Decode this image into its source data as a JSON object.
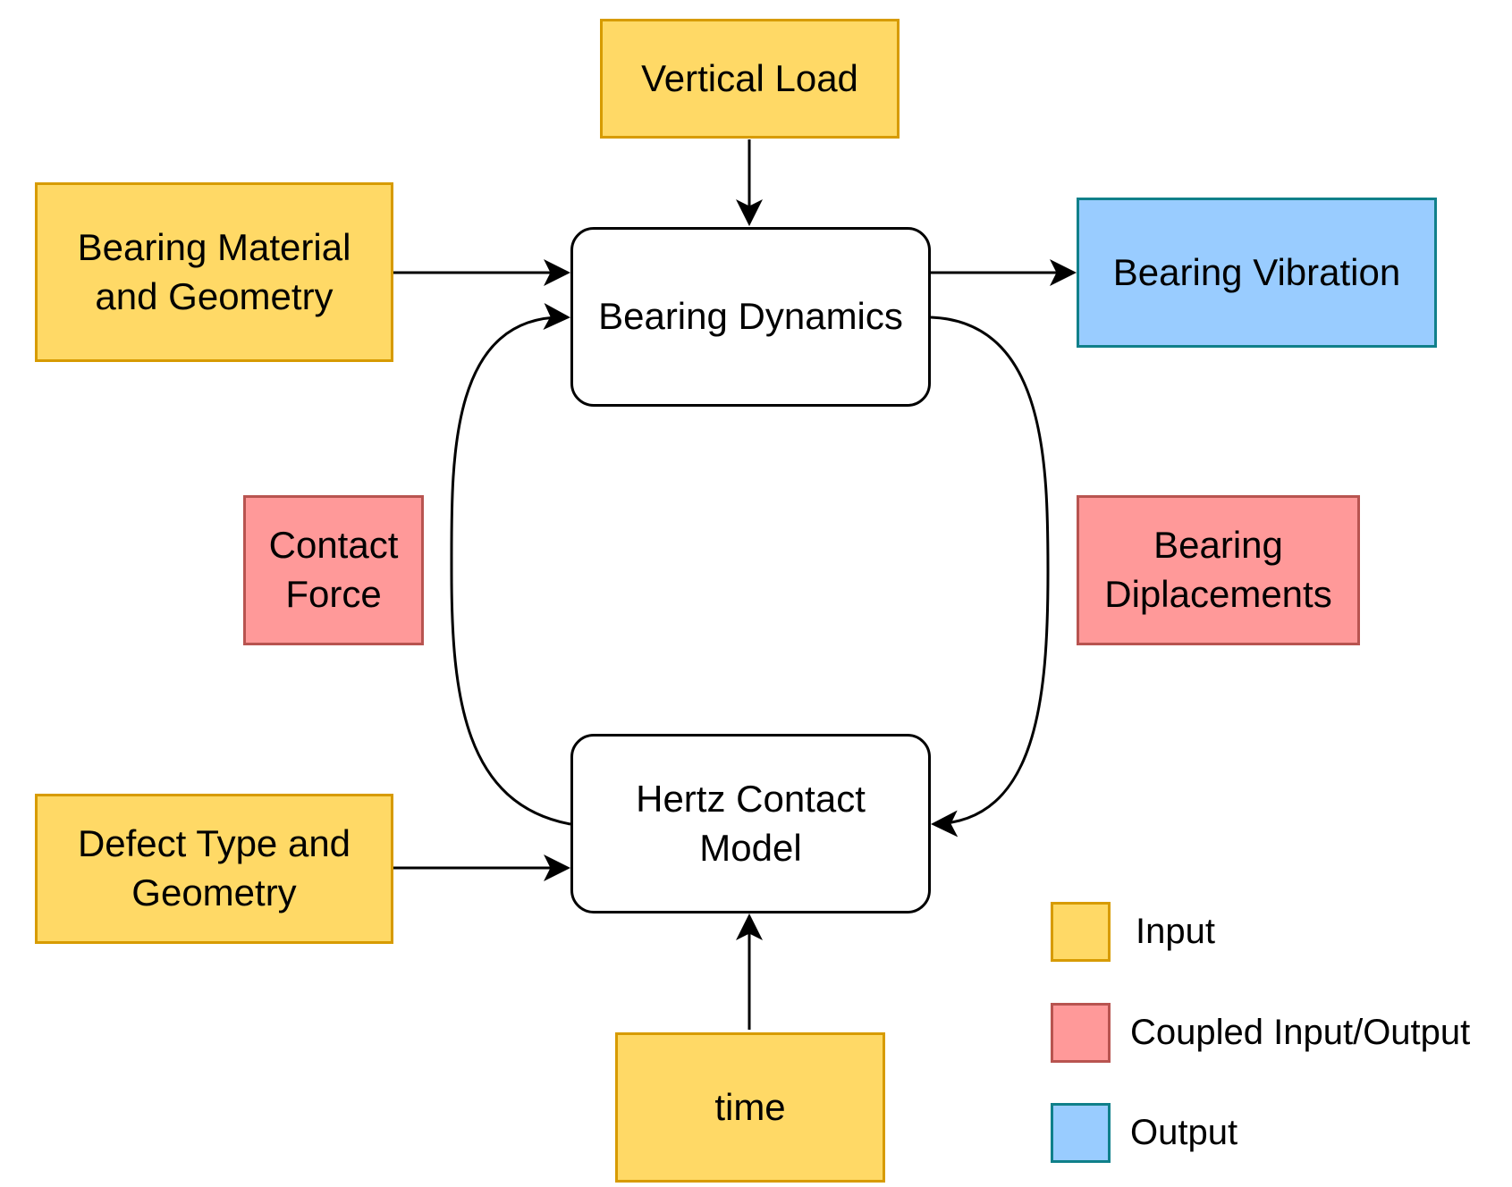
{
  "nodes": {
    "vertical_load": {
      "label": "Vertical Load"
    },
    "bearing_material": {
      "label": "Bearing Material\nand Geometry"
    },
    "bearing_dynamics": {
      "label": "Bearing Dynamics"
    },
    "bearing_vibration": {
      "label": "Bearing Vibration"
    },
    "contact_force": {
      "label": "Contact\nForce"
    },
    "bearing_displacements": {
      "label": "Bearing\nDiplacements"
    },
    "hertz_contact": {
      "label": "Hertz Contact\nModel"
    },
    "defect_type": {
      "label": "Defect Type and\nGeometry"
    },
    "time": {
      "label": "time"
    }
  },
  "legend": {
    "input": {
      "label": "Input",
      "color": "#FFD966"
    },
    "coupled": {
      "label": "Coupled Input/Output",
      "color": "#FF9999"
    },
    "output": {
      "label": "Output",
      "color": "#99CCFF"
    }
  },
  "colors": {
    "input_fill": "#FFD966",
    "input_border": "#D79B00",
    "coupled_fill": "#FF9999",
    "coupled_border": "#B85450",
    "output_fill": "#99CCFF",
    "output_border": "#10808A",
    "connector": "#000000"
  }
}
